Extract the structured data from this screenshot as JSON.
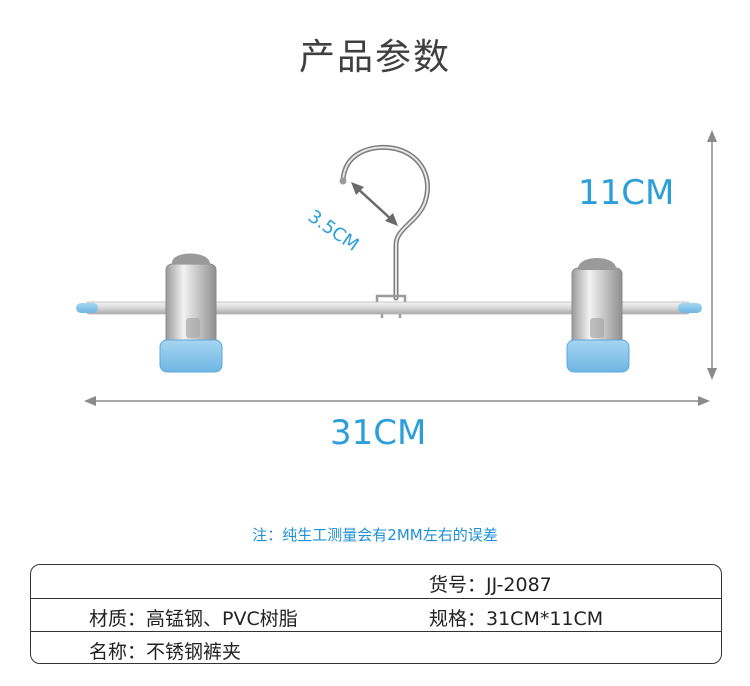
{
  "title": "产品参数",
  "dimensions": {
    "height": "11CM",
    "width": "31CM",
    "hook": "3.5CM"
  },
  "note": "注：纯生工测量会有2MM左右的误差",
  "specs": {
    "item_no": "货号：JJ-2087",
    "material": "材质：高锰钢、PVC树脂",
    "size": "规格：31CM*11CM",
    "name": "名称：不锈钢裤夹"
  },
  "colors": {
    "accent": "#2a9fd9",
    "clip_tip": "#8cc8ea",
    "metal": "#c8c8c8"
  }
}
